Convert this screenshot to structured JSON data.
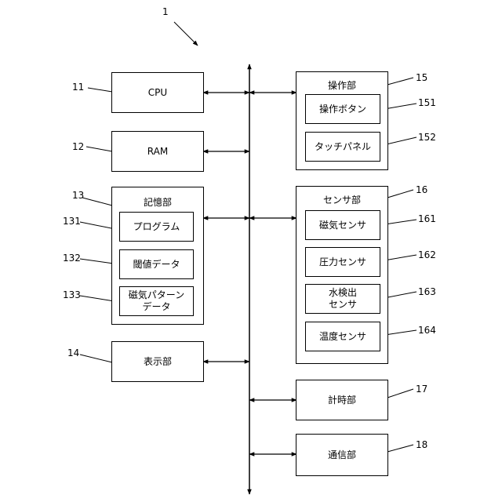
{
  "figure": {
    "number": "1"
  },
  "blocks": {
    "cpu": {
      "ref": "11",
      "label": "CPU"
    },
    "ram": {
      "ref": "12",
      "label": "RAM"
    },
    "storage": {
      "ref": "13",
      "label": "記憶部",
      "items": [
        {
          "ref": "131",
          "label": "プログラム"
        },
        {
          "ref": "132",
          "label": "閾値データ"
        },
        {
          "ref": "133",
          "label": "磁気パターン\nデータ"
        }
      ]
    },
    "display": {
      "ref": "14",
      "label": "表示部"
    },
    "operation": {
      "ref": "15",
      "label": "操作部",
      "items": [
        {
          "ref": "151",
          "label": "操作ボタン"
        },
        {
          "ref": "152",
          "label": "タッチパネル"
        }
      ]
    },
    "sensor": {
      "ref": "16",
      "label": "センサ部",
      "items": [
        {
          "ref": "161",
          "label": "磁気センサ"
        },
        {
          "ref": "162",
          "label": "圧力センサ"
        },
        {
          "ref": "163",
          "label": "水検出\nセンサ"
        },
        {
          "ref": "164",
          "label": "温度センサ"
        }
      ]
    },
    "clock": {
      "ref": "17",
      "label": "計時部"
    },
    "comm": {
      "ref": "18",
      "label": "通信部"
    }
  }
}
